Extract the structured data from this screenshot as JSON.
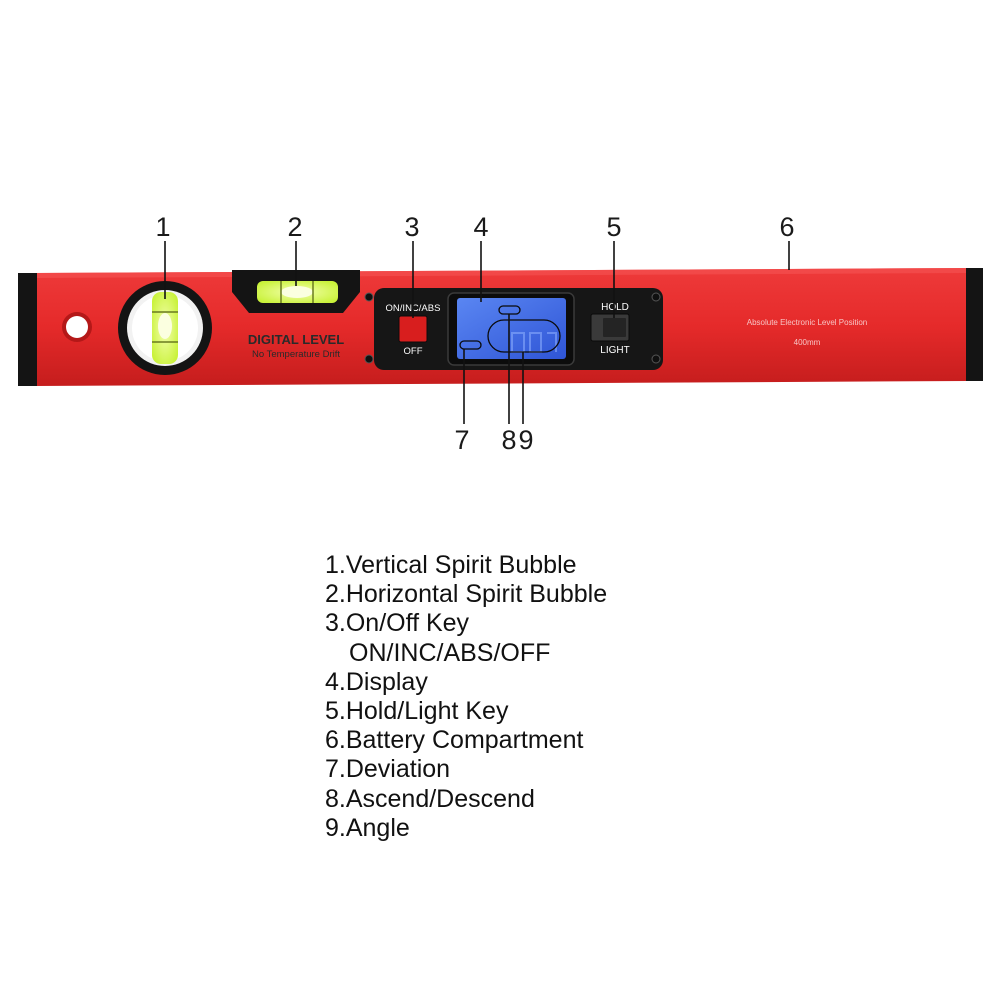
{
  "level": {
    "brand_label": "DIGITAL LEVEL",
    "brand_sublabel": "No Temperature Drift",
    "power_key_top_label": "ON/INC/ABS",
    "power_key_bottom_label": "OFF",
    "hold_key_top_label": "HOLD",
    "hold_key_bottom_label": "LIGHT",
    "side_text_line1": "Absolute Electronic Level Position",
    "side_text_line2": "400mm"
  },
  "callouts": [
    "1",
    "2",
    "3",
    "4",
    "5",
    "6",
    "7",
    "8",
    "9"
  ],
  "legend": {
    "items": [
      "1.Vertical Spirit Bubble",
      "2.Horizontal Spirit Bubble",
      "3.On/Off Key",
      "ON/INC/ABS/OFF",
      "4.Display",
      "5.Hold/Light Key",
      "6.Battery Compartment",
      "7.Deviation",
      "8.Ascend/Descend",
      "9.Angle"
    ]
  },
  "colors": {
    "body_red": "#e52a2a",
    "body_red_dark": "#c51d1d",
    "end_cap": "#141414",
    "panel_black": "#161616",
    "display_blue": "#3f6be6",
    "power_key_red": "#d81e1e",
    "hold_key_gray": "#3a3a3a",
    "bubble_green": "#d7ff52"
  }
}
